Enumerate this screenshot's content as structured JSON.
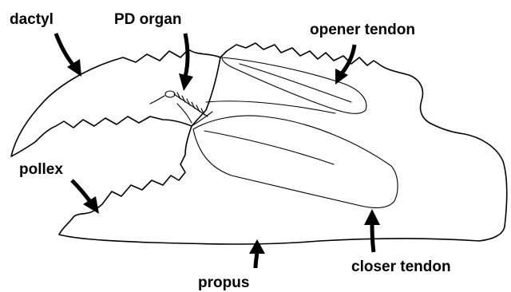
{
  "labels": {
    "dactyl": "dactyl",
    "pd_organ": "PD organ",
    "opener_tendon": "opener tendon",
    "pollex": "pollex",
    "closer_tendon": "closer tendon",
    "propus": "propus"
  },
  "colors": {
    "ink": "#000000",
    "background": "#ffffff"
  }
}
